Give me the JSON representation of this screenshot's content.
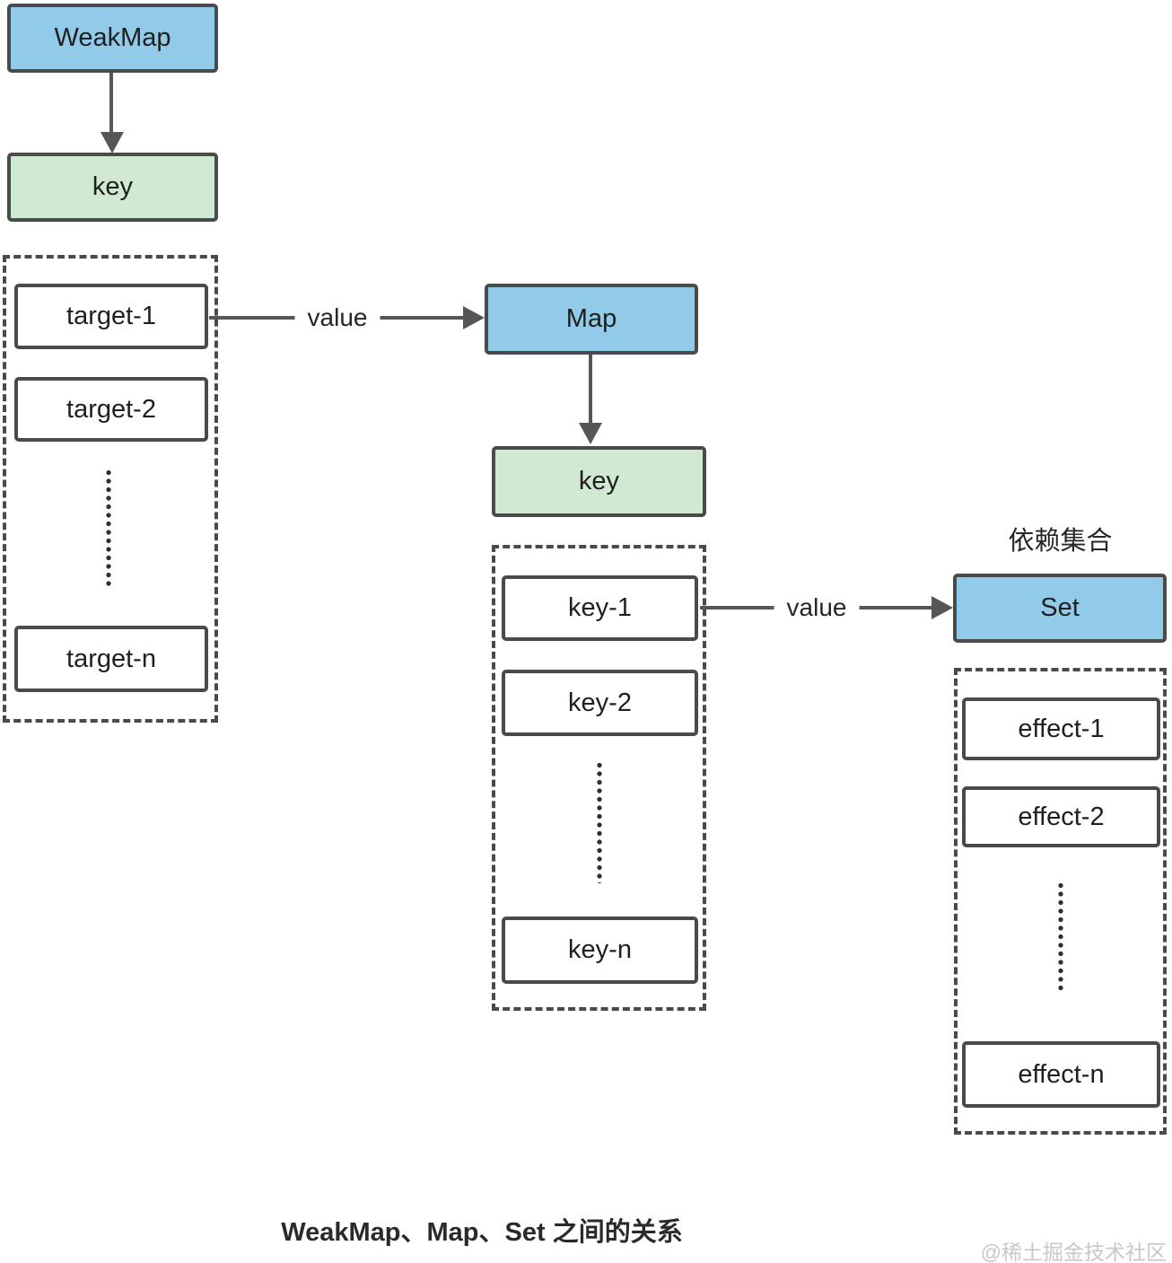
{
  "diagram": {
    "title": "WeakMap、Map、Set 之间的关系",
    "watermark": "@稀土掘金技术社区",
    "weakmap": {
      "label": "WeakMap",
      "key_label": "key"
    },
    "map": {
      "label": "Map",
      "key_label": "key"
    },
    "set": {
      "label": "Set",
      "caption": "依赖集合"
    },
    "edges": {
      "target_to_map_label": "value",
      "key_to_set_label": "value"
    },
    "targets": [
      "target-1",
      "target-2",
      "target-n"
    ],
    "keys": [
      "key-1",
      "key-2",
      "key-n"
    ],
    "effects": [
      "effect-1",
      "effect-2",
      "effect-n"
    ],
    "colors": {
      "node_blue": "#92CBEA",
      "node_green": "#D1E9D1",
      "outline_gray": "#4A4A4A",
      "connector_gray": "#565656"
    }
  }
}
